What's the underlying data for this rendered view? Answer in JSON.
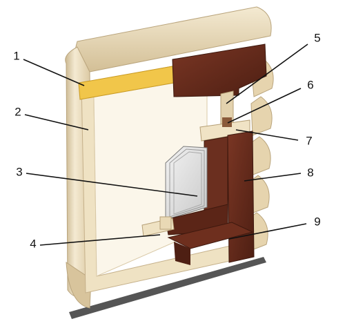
{
  "callouts": [
    {
      "label": "1"
    },
    {
      "label": "2"
    },
    {
      "label": "3"
    },
    {
      "label": "4"
    },
    {
      "label": "5"
    },
    {
      "label": "6"
    },
    {
      "label": "7"
    },
    {
      "label": "8"
    },
    {
      "label": "9"
    }
  ],
  "colors": {
    "log_wood": "#e8d8b6",
    "log_shadow": "#cbb790",
    "log_highlight": "#f4ead2",
    "insulation": "#f1c64a",
    "frame_wood": "#efe2c3",
    "trim_brown": "#6b2f1f",
    "trim_brown_dark": "#4e1f13",
    "glass": "#dcdcdc",
    "shadow": "#555555"
  }
}
